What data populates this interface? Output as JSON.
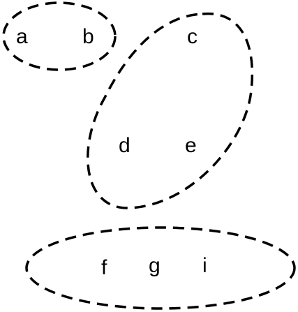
{
  "sets": [
    {
      "id": "set-1",
      "elements": [
        "a",
        "b"
      ]
    },
    {
      "id": "set-2",
      "elements": [
        "c",
        "d",
        "e"
      ]
    },
    {
      "id": "set-3",
      "elements": [
        "f",
        "g",
        "i"
      ]
    }
  ],
  "style": {
    "stroke_color": "#000000",
    "label_color": "#000000",
    "background": "#ffffff"
  }
}
